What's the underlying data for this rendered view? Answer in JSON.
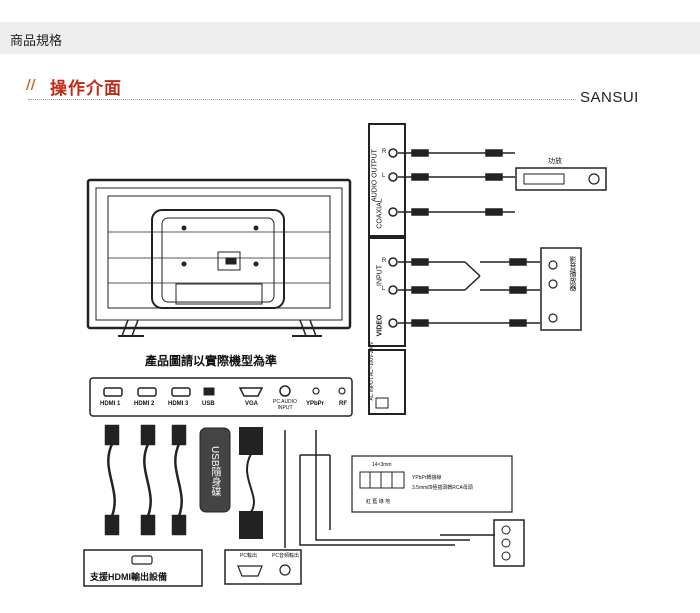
{
  "page": {
    "section_header": "商品規格",
    "section_title": "操作介面",
    "brand": "SANSUI"
  },
  "diagram": {
    "caption": "產品圖請以實際機型為準",
    "ports": [
      "HDMI 1",
      "HDMI 2",
      "HDMI 3",
      "USB",
      "VGA",
      "PC AUDIO INPUT",
      "YPbPr",
      "RF"
    ],
    "side_panel": {
      "audio_output": "AUDIO OUTPUT",
      "coaxial": "COAXIAL",
      "input": "INPUT",
      "video": "VIDEO",
      "ac_input": "AC INPUT AC~100V-240V",
      "r": "R",
      "l": "L"
    },
    "amplifier_label": "功放",
    "av_device_label": "影音播放器",
    "usb_drive_label": "USB隨身碟",
    "hdmi_device_label": "支援HDMI輸出設備",
    "pc_label_vga": "PC輸出",
    "pc_label_audio": "PC音頻輸出",
    "adapter": {
      "size": "14×3mm",
      "line1": "YPbPr轉接線",
      "line2": "3.5mm四極插頭轉RCA母頭",
      "colors": "紅 藍 綠 地"
    }
  }
}
